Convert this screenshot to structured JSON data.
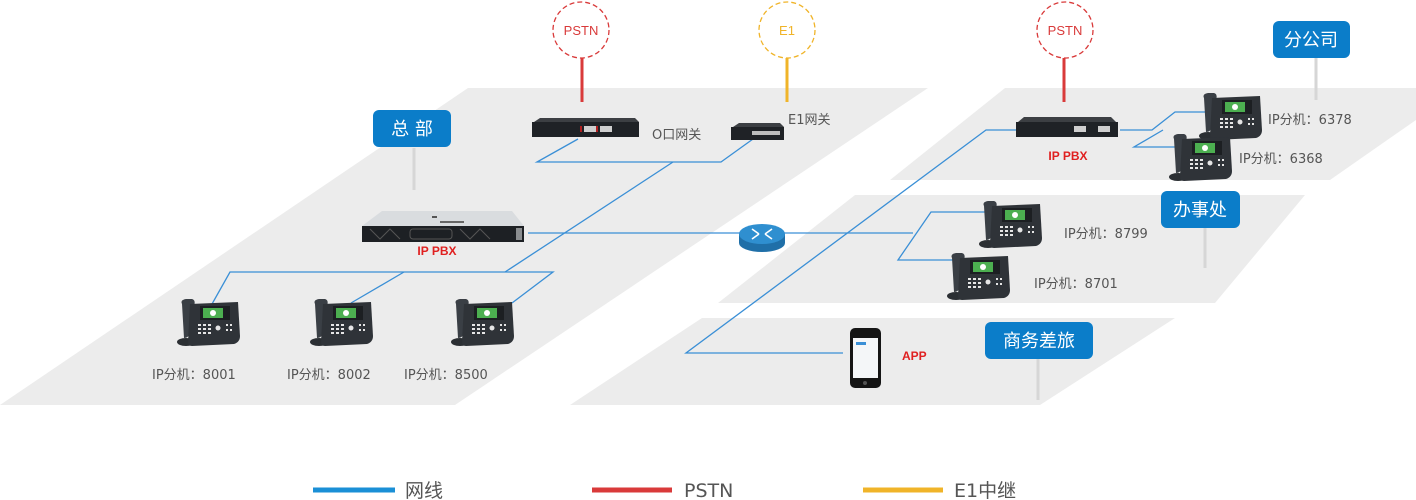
{
  "colors": {
    "network": "#3a8fd6",
    "pstn": "#d93a3a",
    "e1": "#f0b429",
    "tag_bg": "#0b7dc9",
    "panel": "#ececec",
    "pbx_label": "#e02020"
  },
  "headquarters": {
    "tag": "总 部",
    "pstn_circle": "PSTN",
    "e1_circle": "E1",
    "fxo_gateway_label": "O口网关",
    "e1_gateway_label": "E1网关",
    "pbx_label": "IP PBX",
    "phones": [
      {
        "label": "IP分机：8001"
      },
      {
        "label": "IP分机：8002"
      },
      {
        "label": "IP分机：8500"
      }
    ]
  },
  "branch": {
    "tag": "分公司",
    "pstn_circle": "PSTN",
    "pbx_label": "IP PBX",
    "phones": [
      {
        "label": "IP分机：6378"
      },
      {
        "label": "IP分机：6368"
      }
    ]
  },
  "office": {
    "tag": "办事处",
    "phones": [
      {
        "label": "IP分机：8799"
      },
      {
        "label": "IP分机：8701"
      }
    ]
  },
  "travel": {
    "tag": "商务差旅",
    "app_label": "APP"
  },
  "legend": [
    {
      "label": "网线",
      "key": "network"
    },
    {
      "label": "PSTN",
      "key": "pstn"
    },
    {
      "label": "E1中继",
      "key": "e1"
    }
  ]
}
